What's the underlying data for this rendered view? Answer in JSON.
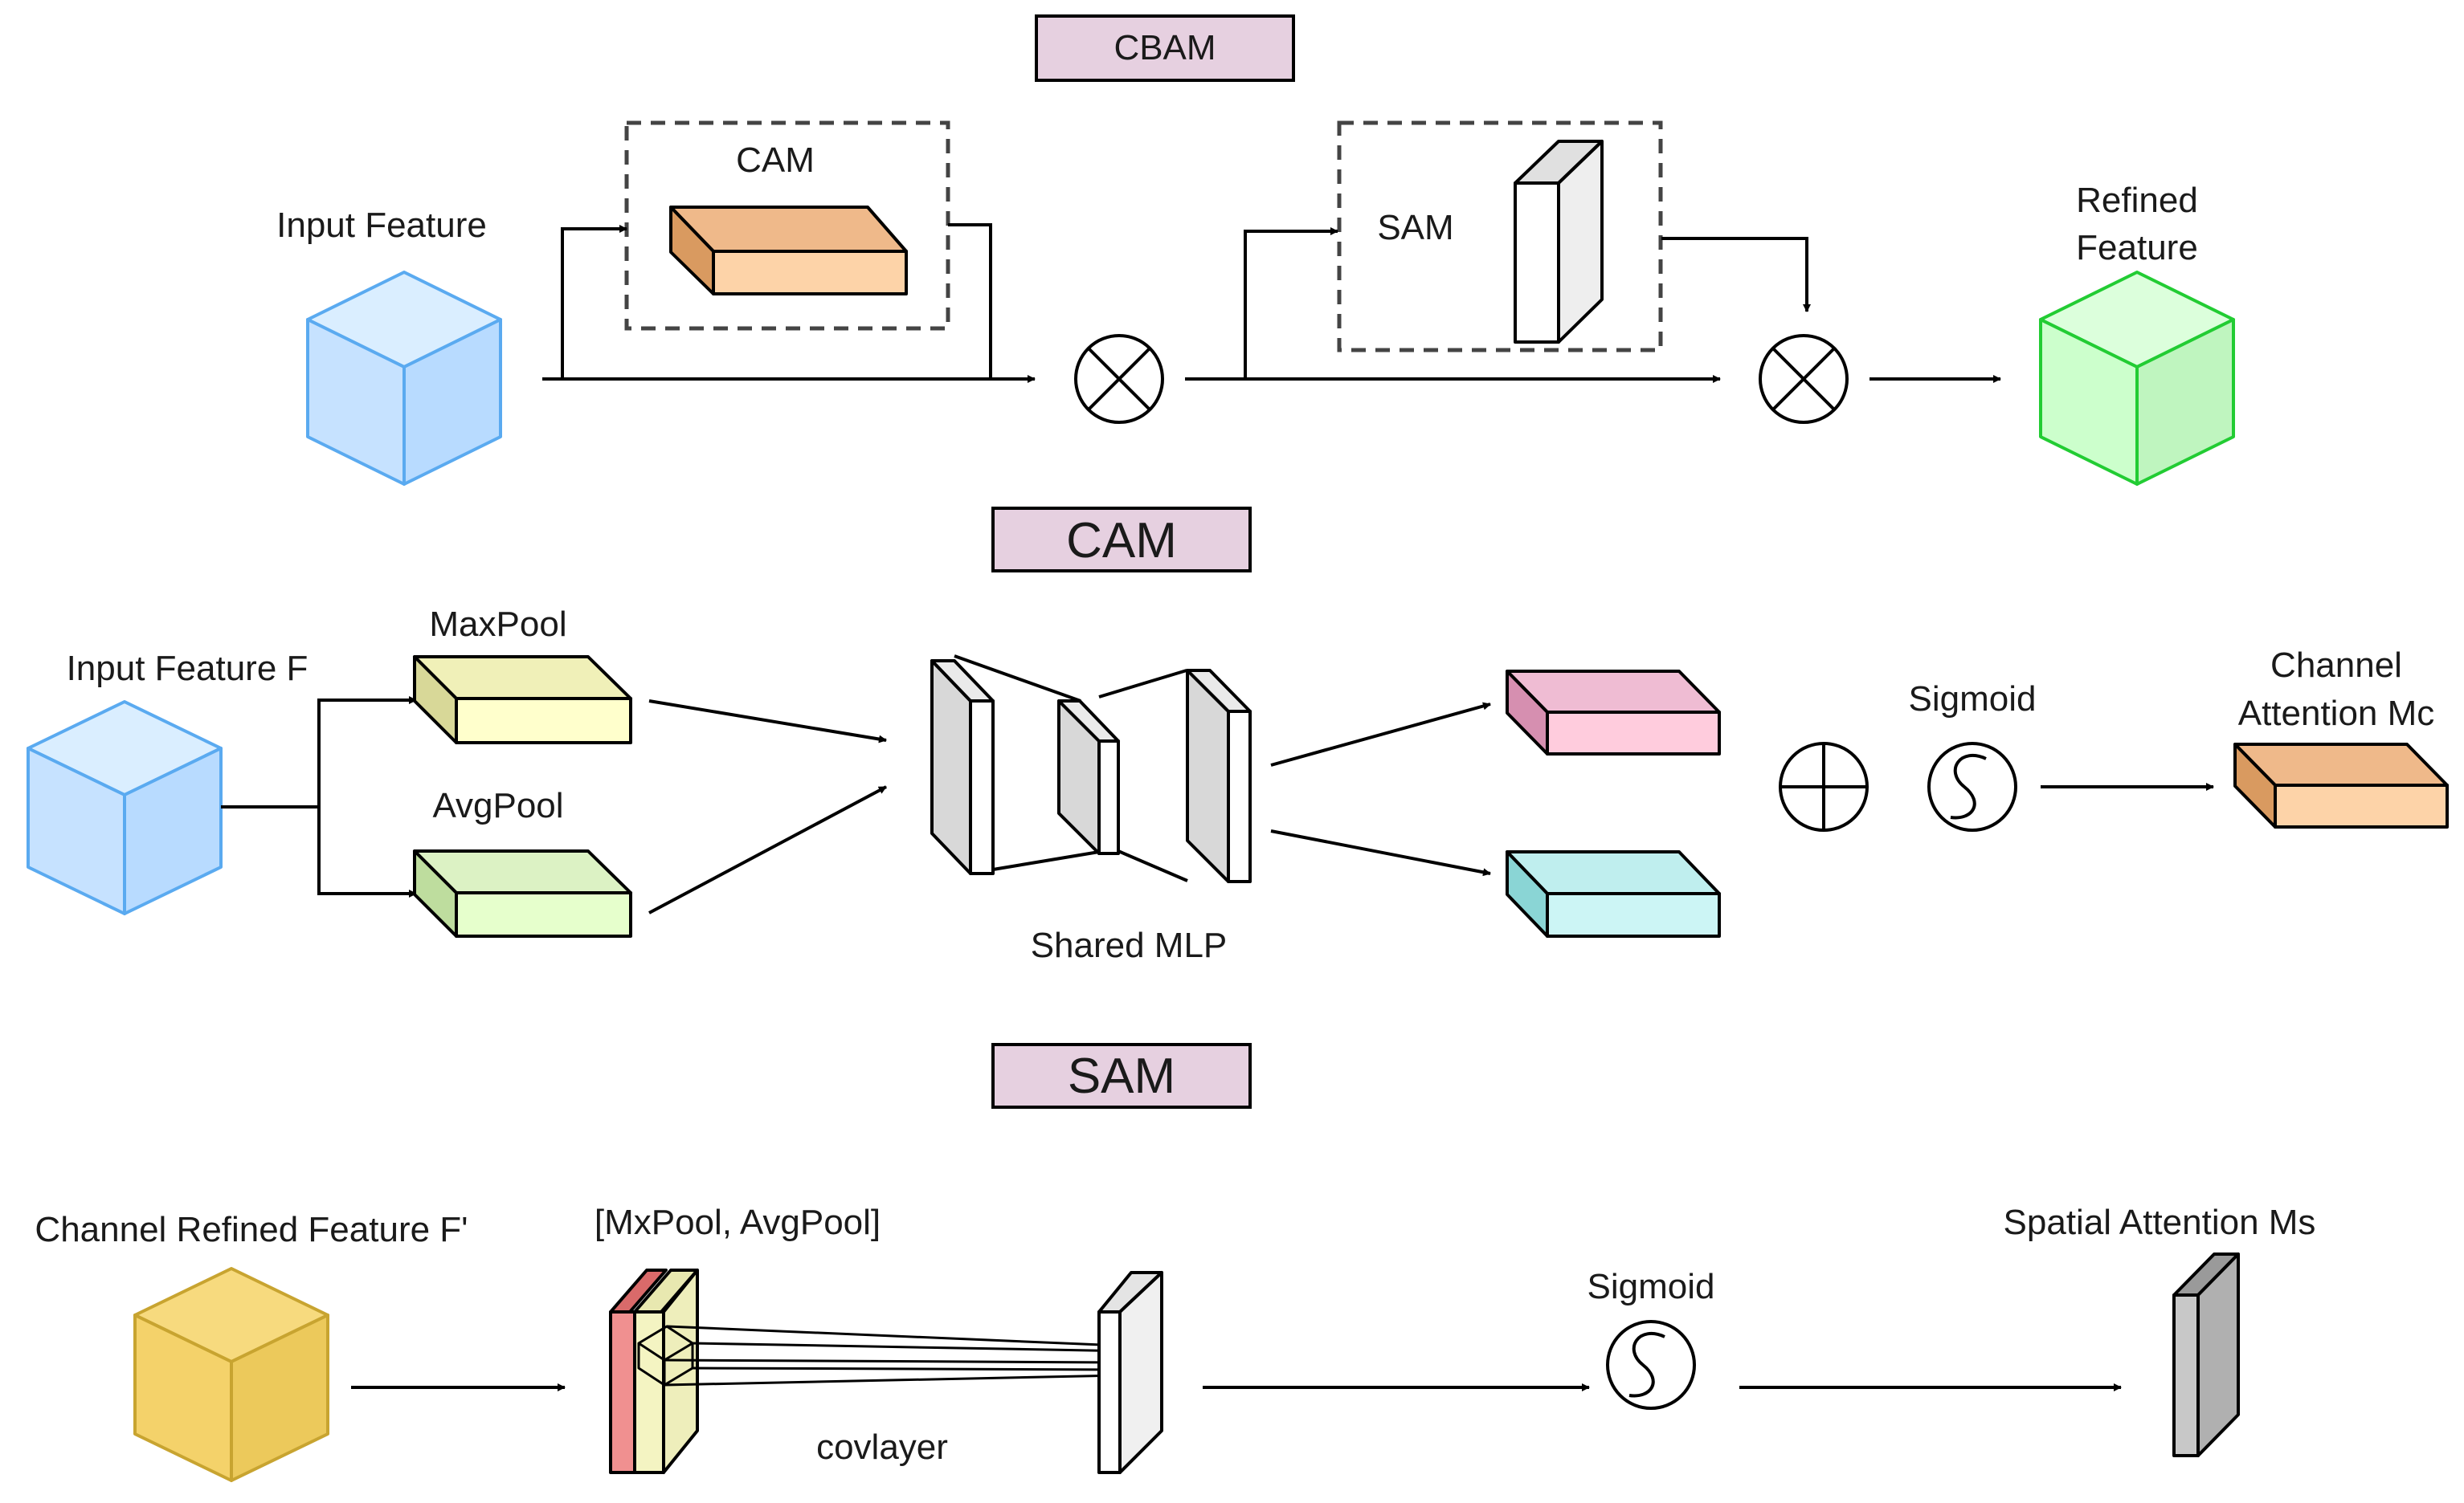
{
  "cbam": {
    "title": "CBAM",
    "input_label": "Input Feature",
    "cam_label": "CAM",
    "sam_label": "SAM",
    "refined_label_line1": "Refined",
    "refined_label_line2": "Feature"
  },
  "cam_section": {
    "title": "CAM",
    "input_label": "Input Feature F",
    "maxpool_label": "MaxPool",
    "avgpool_label": "AvgPool",
    "mlp_label": "Shared MLP",
    "sigmoid_label": "Sigmoid",
    "output_label_line1": "Channel",
    "output_label_line2": "Attention Mc"
  },
  "sam_section": {
    "title": "SAM",
    "input_label": "Channel Refined Feature F'",
    "pool_label": "[MxPool, AvgPool]",
    "conv_label": "covlayer",
    "sigmoid_label": "Sigmoid",
    "output_label": "Spatial Attention Ms"
  },
  "colors": {
    "title_box": "#e6d0e0",
    "input_cube": "#cce5ff",
    "cam_block": "#f9c89a",
    "maxpool_block": "#ffffcc",
    "avgpool_block": "#e6ffcc",
    "max_branch_out": "#ffccdd",
    "avg_branch_out": "#ccf5f5",
    "refined_cube": "#ccffcc",
    "sam_input_cube": "#f4d26a",
    "sam_output": "#c8c8c8"
  }
}
